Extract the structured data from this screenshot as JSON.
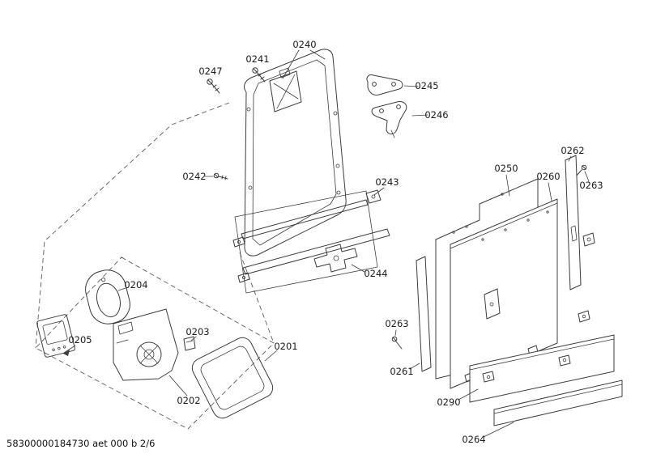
{
  "document": {
    "footer_code": "58300000184730 aet 000 b 2/6"
  },
  "diagram": {
    "type": "exploded-parts-diagram",
    "background": "#ffffff",
    "line_color": "#3c3c3c",
    "labels": {
      "p0201": "0201",
      "p0202": "0202",
      "p0203": "0203",
      "p0204": "0204",
      "p0205": "0205",
      "p0240": "0240",
      "p0241": "0241",
      "p0242": "0242",
      "p0243": "0243",
      "p0244": "0244",
      "p0245": "0245",
      "p0246": "0246",
      "p0247": "0247",
      "p0250": "0250",
      "p0260": "0260",
      "p0261": "0261",
      "p0262": "0262",
      "p0263_upper": "0263",
      "p0263_lower": "0263",
      "p0264": "0264",
      "p0290": "0290"
    }
  }
}
